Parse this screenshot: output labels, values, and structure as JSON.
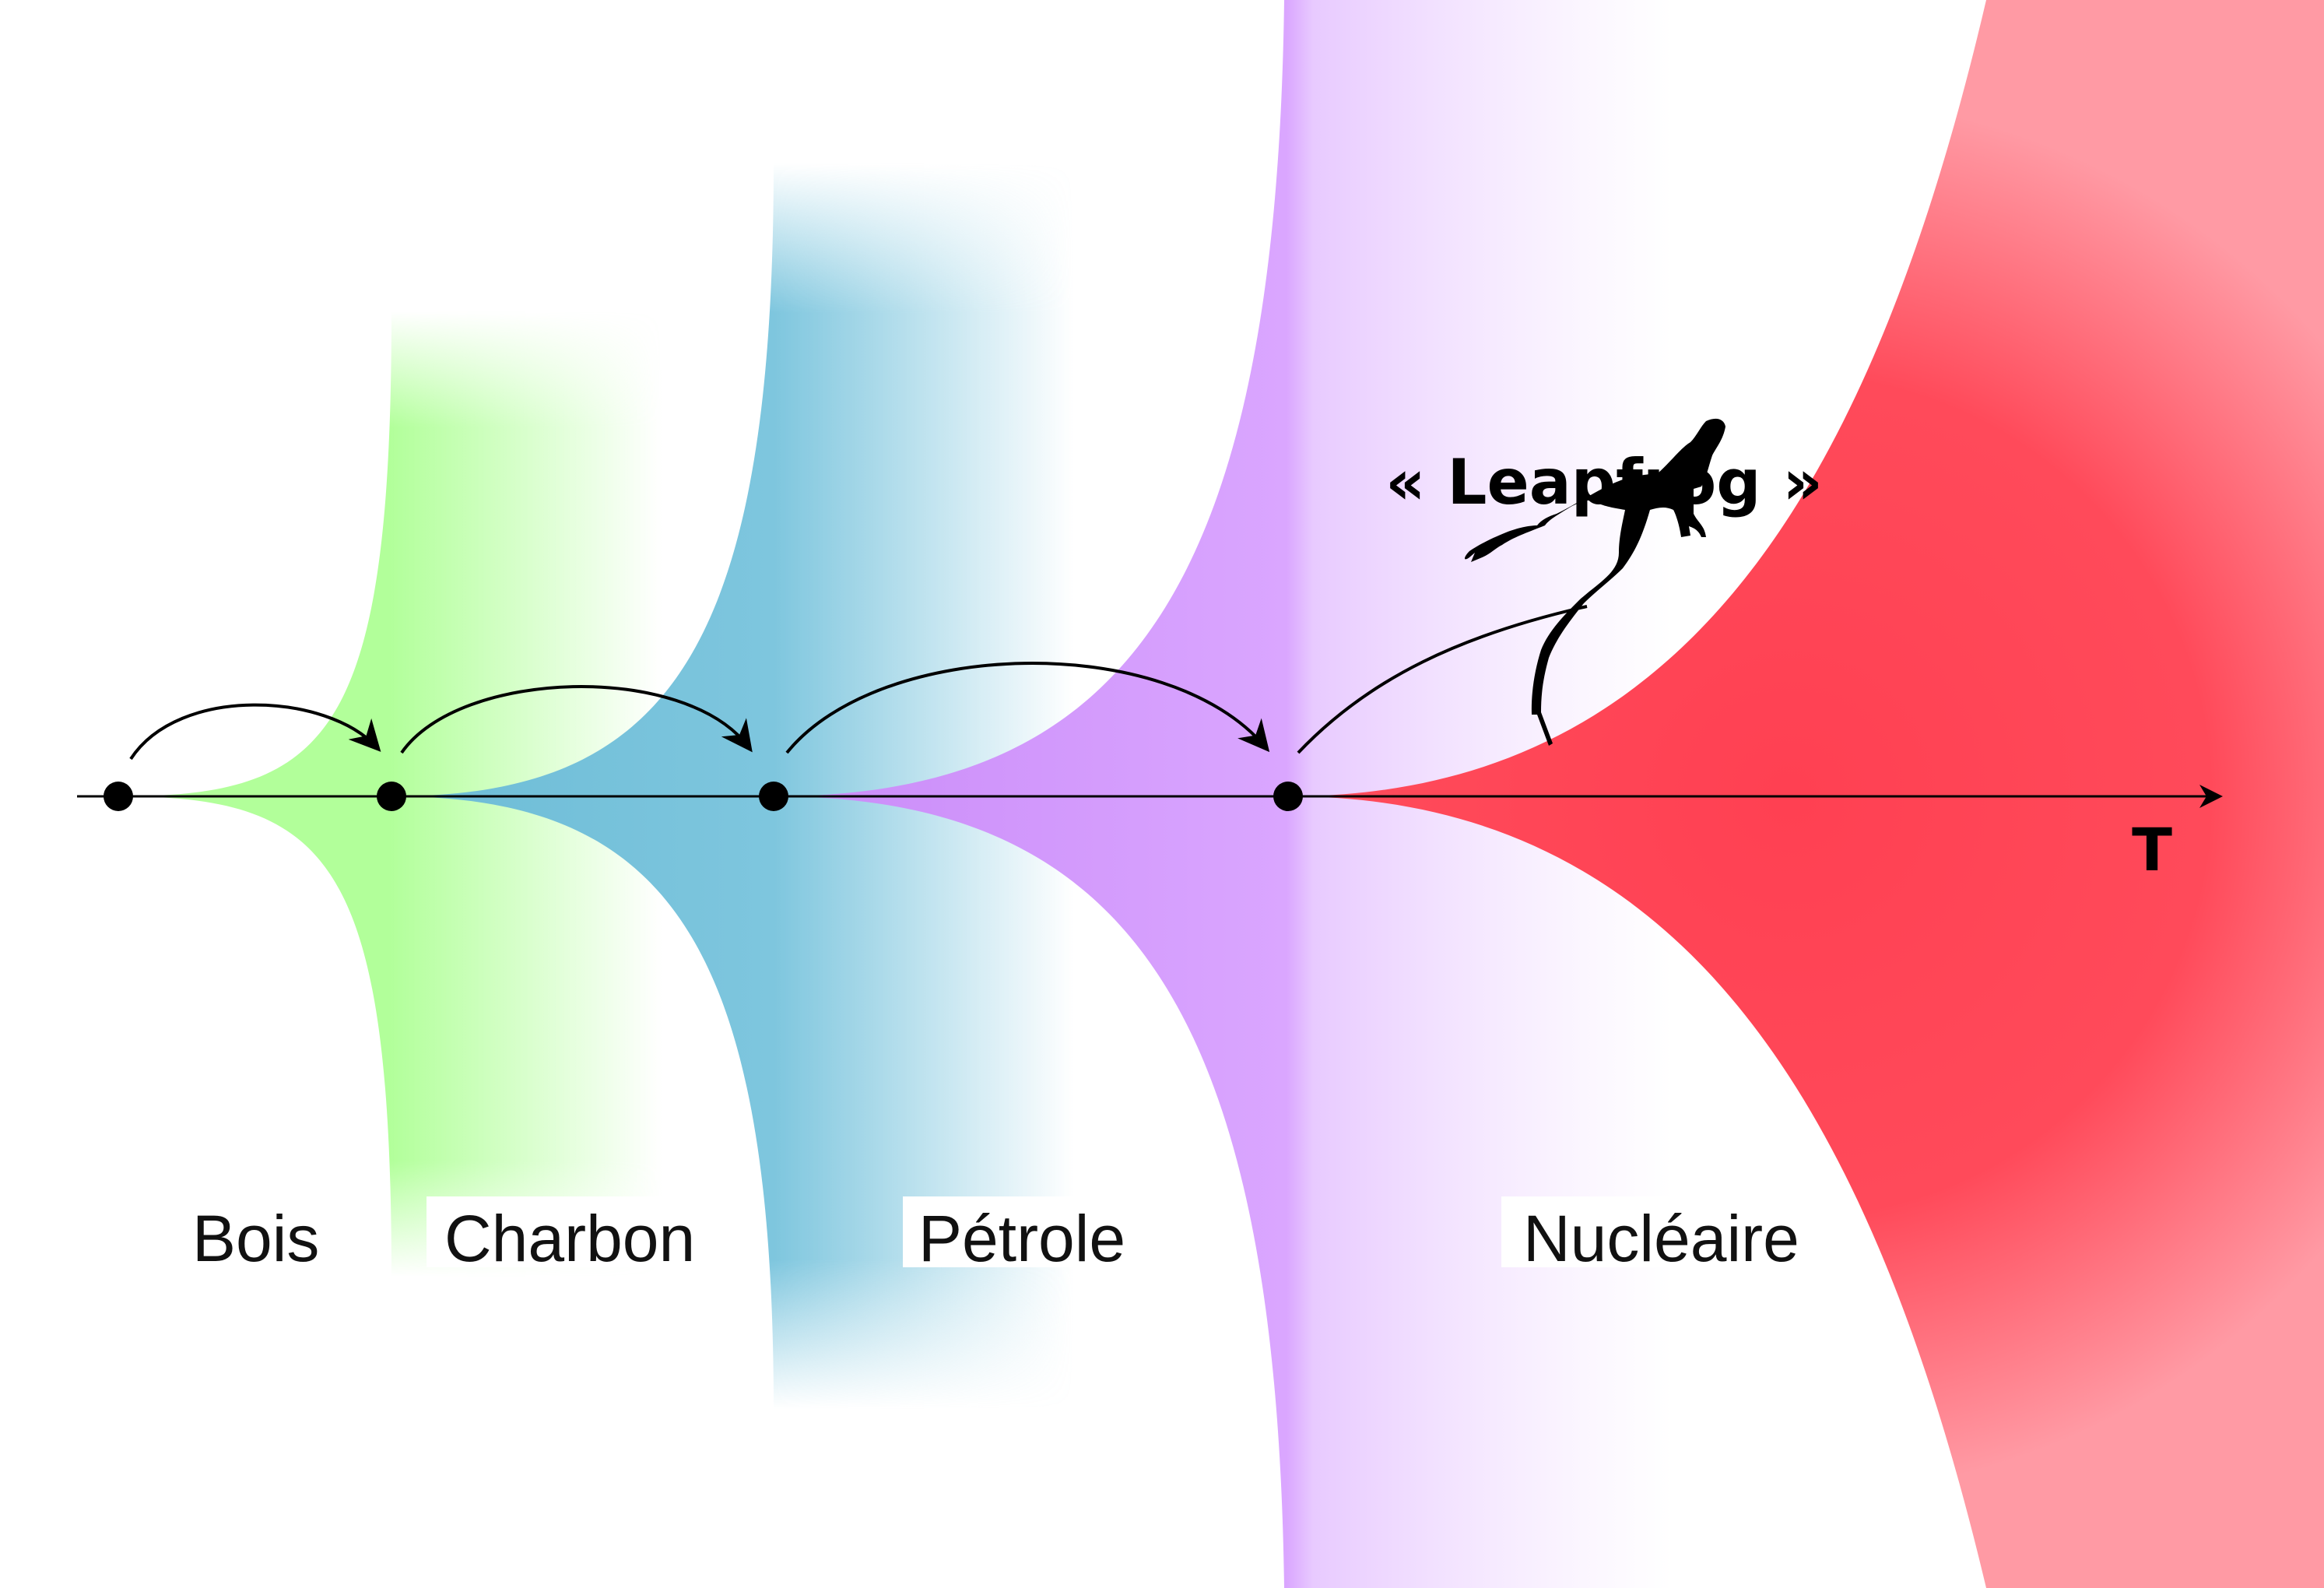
{
  "title": "« Leapfrog »",
  "axis_label": "T",
  "stages": [
    {
      "label": "Bois",
      "color": "#b2ff9a"
    },
    {
      "label": "Charbon",
      "color": "#74c0d8"
    },
    {
      "label": "Pétrole",
      "color": "#d08cff"
    },
    {
      "label": "Nucléaire",
      "color": "#ff4355"
    }
  ],
  "icons": [
    "lizard-silhouette-icon"
  ]
}
